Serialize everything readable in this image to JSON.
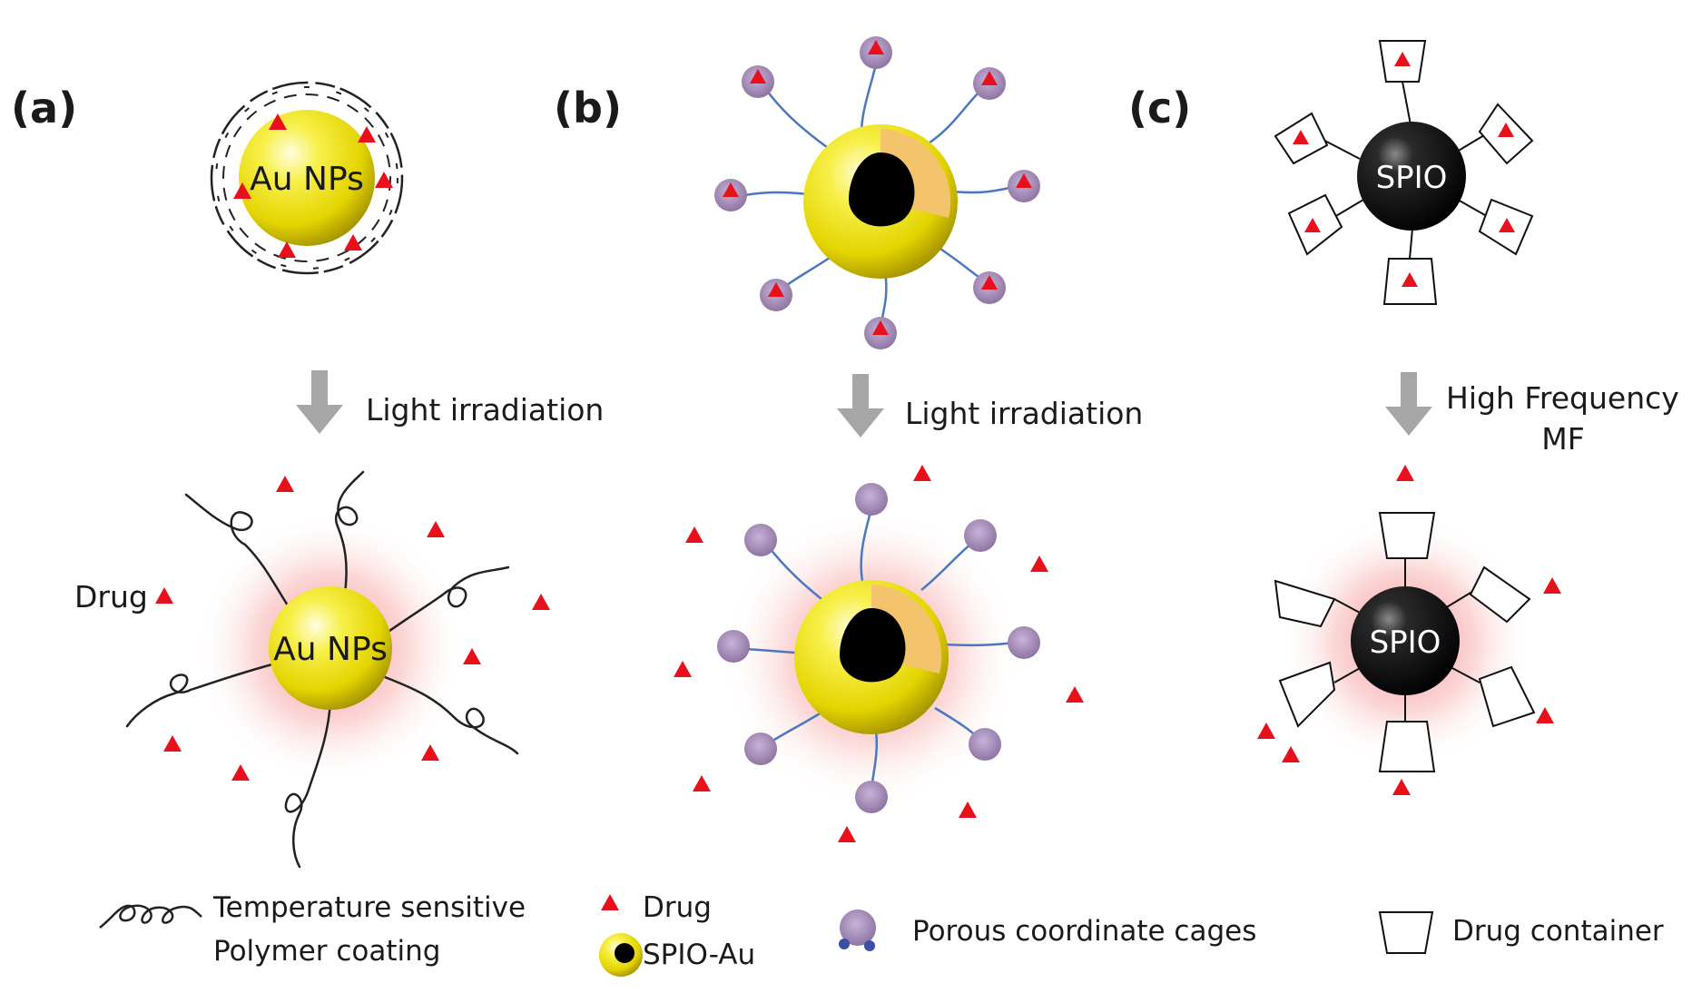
{
  "panels": [
    {
      "label": "(a)",
      "particle_label": "Au NPs",
      "stimulus": "Light irradiation"
    },
    {
      "label": "(b)",
      "stimulus": "Light irradiation"
    },
    {
      "label": "(c)",
      "particle_label": "SPIO",
      "stimulus_line1": "High Frequency",
      "stimulus_line2": "MF"
    }
  ],
  "drug_label": "Drug",
  "legend": {
    "polymer_line1": "Temperature sensitive",
    "polymer_line2": "Polymer coating",
    "drug": "Drug",
    "spio_au": "SPIO-Au",
    "cages": "Porous coordinate cages",
    "container": "Drug container"
  },
  "colors": {
    "gold": "#f2ea2a",
    "drug_red": "#e8101a",
    "arrow_gray": "#a6a6a6",
    "cage_purple": "#9a83b4",
    "glow_pink": "#f59a9a"
  }
}
